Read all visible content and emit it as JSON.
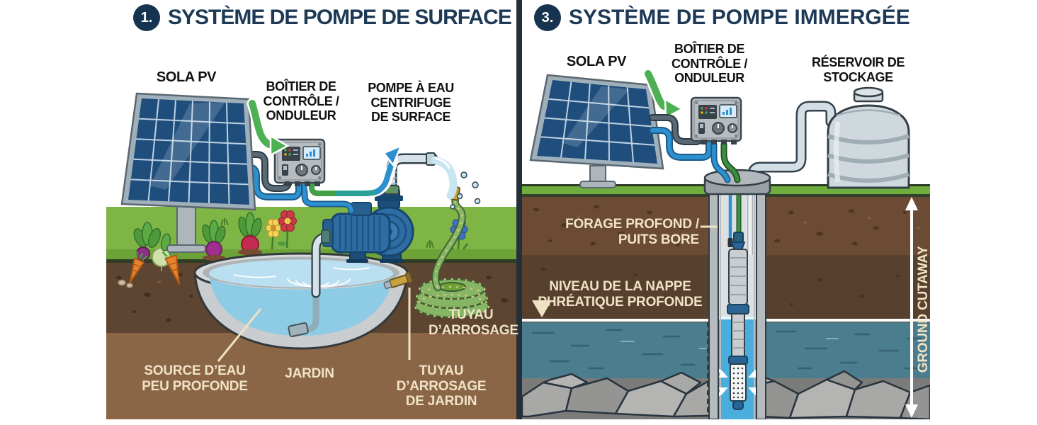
{
  "panels": {
    "left": {
      "badge": "1.",
      "title": "SYSTÈME DE POMPE DE SURFACE",
      "labels": {
        "solar": "SOLA PV",
        "controller": "BOÎTIER DE\nCONTRÔLE /\nONDULEUR",
        "pump": "POMPE À EAU\nCENTRIFUGE\nDE SURFACE",
        "water_source": "SOURCE D’EAU\nPEU PROFONDE",
        "garden": "JARDIN",
        "hose": "TUYAU\nD’ARROSAGE",
        "garden_hose": "TUYAU D’ARROSAGE\nDE JARDIN"
      }
    },
    "right": {
      "badge": "3.",
      "title": "SYSTÈME DE POMPE IMMERGÉE",
      "labels": {
        "solar": "SOLA PV",
        "controller": "BOÎTIER DE\nCONTRÔLE /\nONDULEUR",
        "tank": "RÉSERVOIR DE\nSTOCKAGE",
        "borehole": "FORAGE PROFOND /\nPUITS BORE",
        "water_table": "NIVEAU DE LA NAPPE\nPHRÉATIQUE PROFONDE",
        "cutaway": "GROUND CUTAWAY"
      }
    }
  },
  "colors": {
    "title_navy": "#1d3956",
    "badge_bg": "#16344f",
    "label_black": "#111111",
    "label_cream": "#f0e3c6",
    "grass": "#7eb545",
    "topsoil": "#5d4531",
    "subsoil": "#8a6647",
    "right_topsoil": "#6b4b34",
    "right_deep_soil": "#57402e",
    "groundwater": "#4a7e8e",
    "rock_gray": "#a8a8a6",
    "pipe_gray": "#d3dfe4",
    "pump_blue": "#2e6da4",
    "solar_cell_blue": "#1f4e7d",
    "flow_green": "#4db052",
    "flow_teal": "#2aa198",
    "flow_blue": "#2d8fd0",
    "basin_water": "#badff0",
    "well_water": "#49aede"
  }
}
